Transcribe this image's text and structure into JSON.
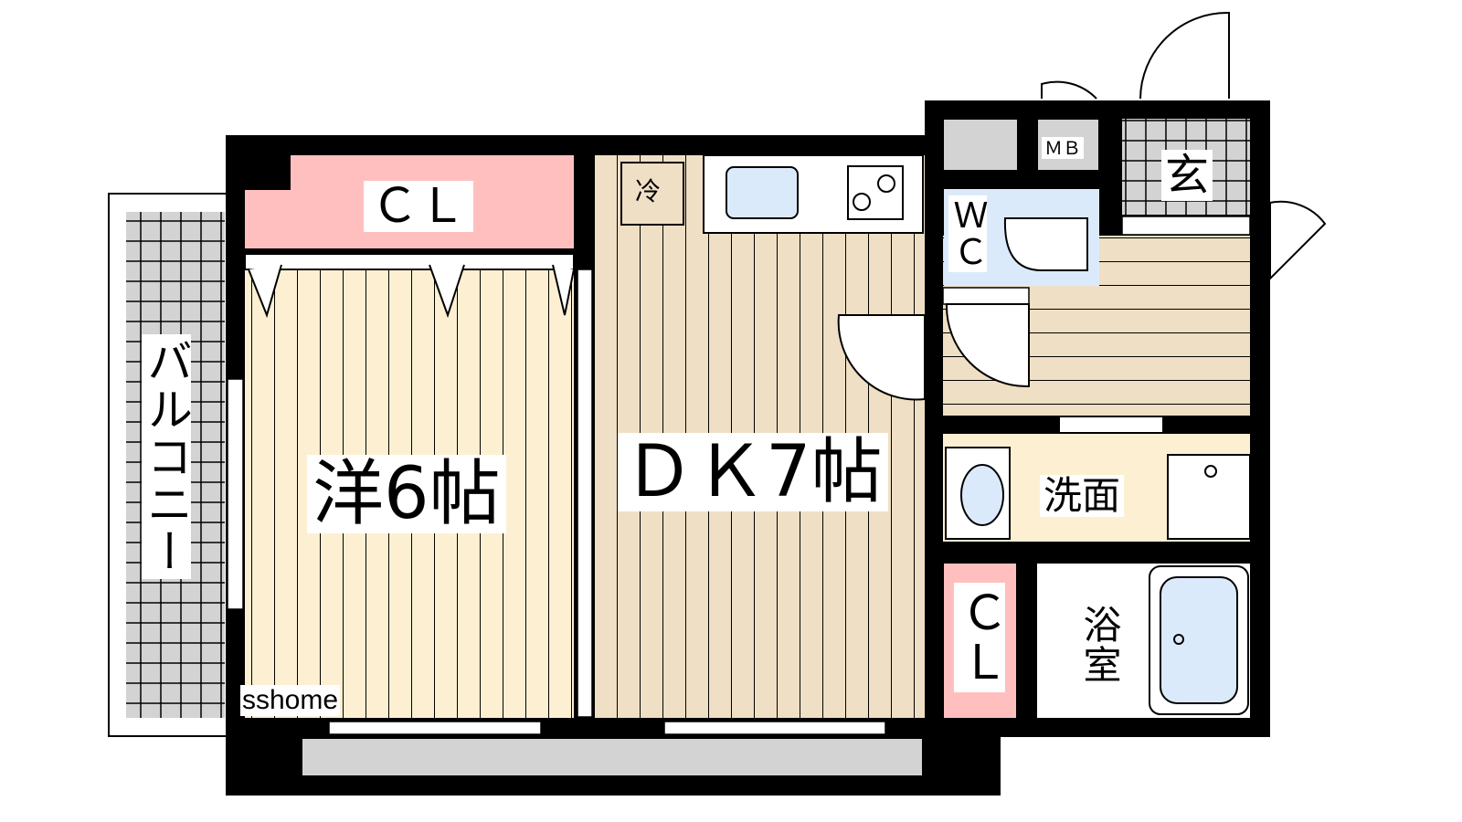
{
  "rooms": {
    "western": {
      "label": "洋6帖"
    },
    "dk": {
      "label": "ＤＫ7帖"
    },
    "closet_top": {
      "label": "ＣＬ"
    },
    "closet_right": {
      "label": "ＣＬ"
    },
    "balcony": {
      "label": "バルコニー"
    },
    "wc": {
      "label": "ＷＣ"
    },
    "mb": {
      "label": "ＭＢ"
    },
    "entrance": {
      "label": "玄"
    },
    "washroom": {
      "label": "洗面"
    },
    "bathroom": {
      "label": "浴室"
    },
    "fridge": {
      "label": "冷"
    }
  },
  "watermark": "sshome",
  "colors": {
    "closet": "#ffbfbf",
    "western_floor": "#fdf0d2",
    "dk_floor": "#efdfc4",
    "wet_area": "#dbeafb",
    "tile": "#d3d3d3",
    "wall": "#000000"
  }
}
